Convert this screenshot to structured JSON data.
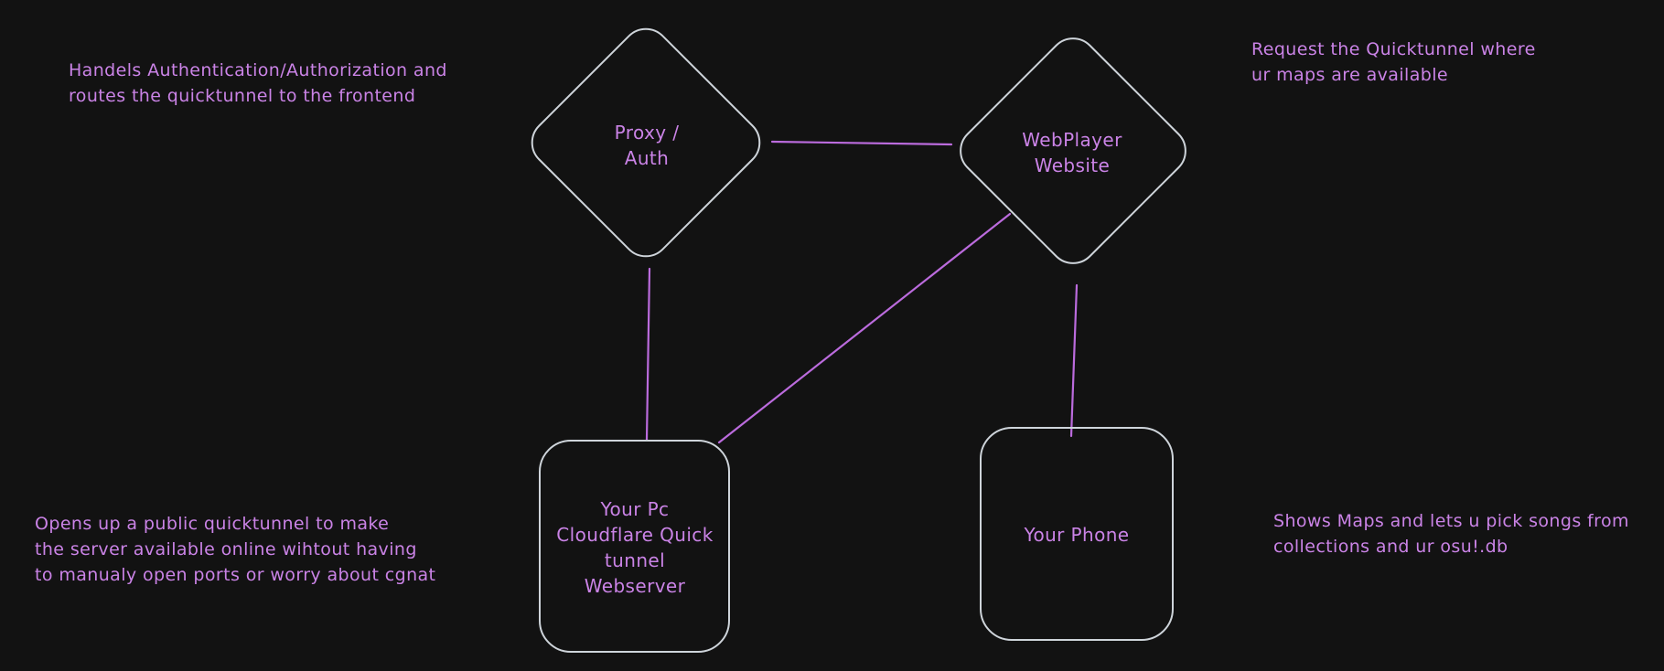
{
  "diagram": {
    "background_color": "#121212",
    "shape_stroke_color": "#ced4da",
    "text_color": "#ca83e6",
    "connector_color": "#bb6bdd",
    "nodes": [
      {
        "id": "proxy-auth",
        "shape": "diamond",
        "label": "Proxy /\nAuth"
      },
      {
        "id": "webplayer-website",
        "shape": "diamond",
        "label": "WebPlayer\nWebsite"
      },
      {
        "id": "your-pc-webserver",
        "shape": "rounded-rectangle",
        "label": "Your Pc\nCloudflare Quick\ntunnel\nWebserver"
      },
      {
        "id": "your-phone",
        "shape": "rounded-rectangle",
        "label": "Your Phone"
      }
    ],
    "connectors": [
      {
        "id": "proxy-to-webplayer",
        "from": "proxy-auth",
        "to": "webplayer-website"
      },
      {
        "id": "proxy-to-your-pc",
        "from": "proxy-auth",
        "to": "your-pc-webserver"
      },
      {
        "id": "webplayer-to-your-pc",
        "from": "webplayer-website",
        "to": "your-pc-webserver"
      },
      {
        "id": "webplayer-to-your-phone",
        "from": "webplayer-website",
        "to": "your-phone"
      }
    ],
    "annotations": [
      {
        "id": "proxy-note",
        "text": "Handels Authentication/Authorization and\nroutes the quicktunnel to the frontend"
      },
      {
        "id": "webplayer-note",
        "text": "Request the Quicktunnel where\nur maps are available"
      },
      {
        "id": "your-pc-note",
        "text": "Opens up a public quicktunnel to make\nthe server available online wihtout having\nto manualy open ports or worry about cgnat"
      },
      {
        "id": "your-phone-note",
        "text": "Shows Maps and lets u pick songs from\ncollections and ur osu!.db"
      }
    ]
  }
}
